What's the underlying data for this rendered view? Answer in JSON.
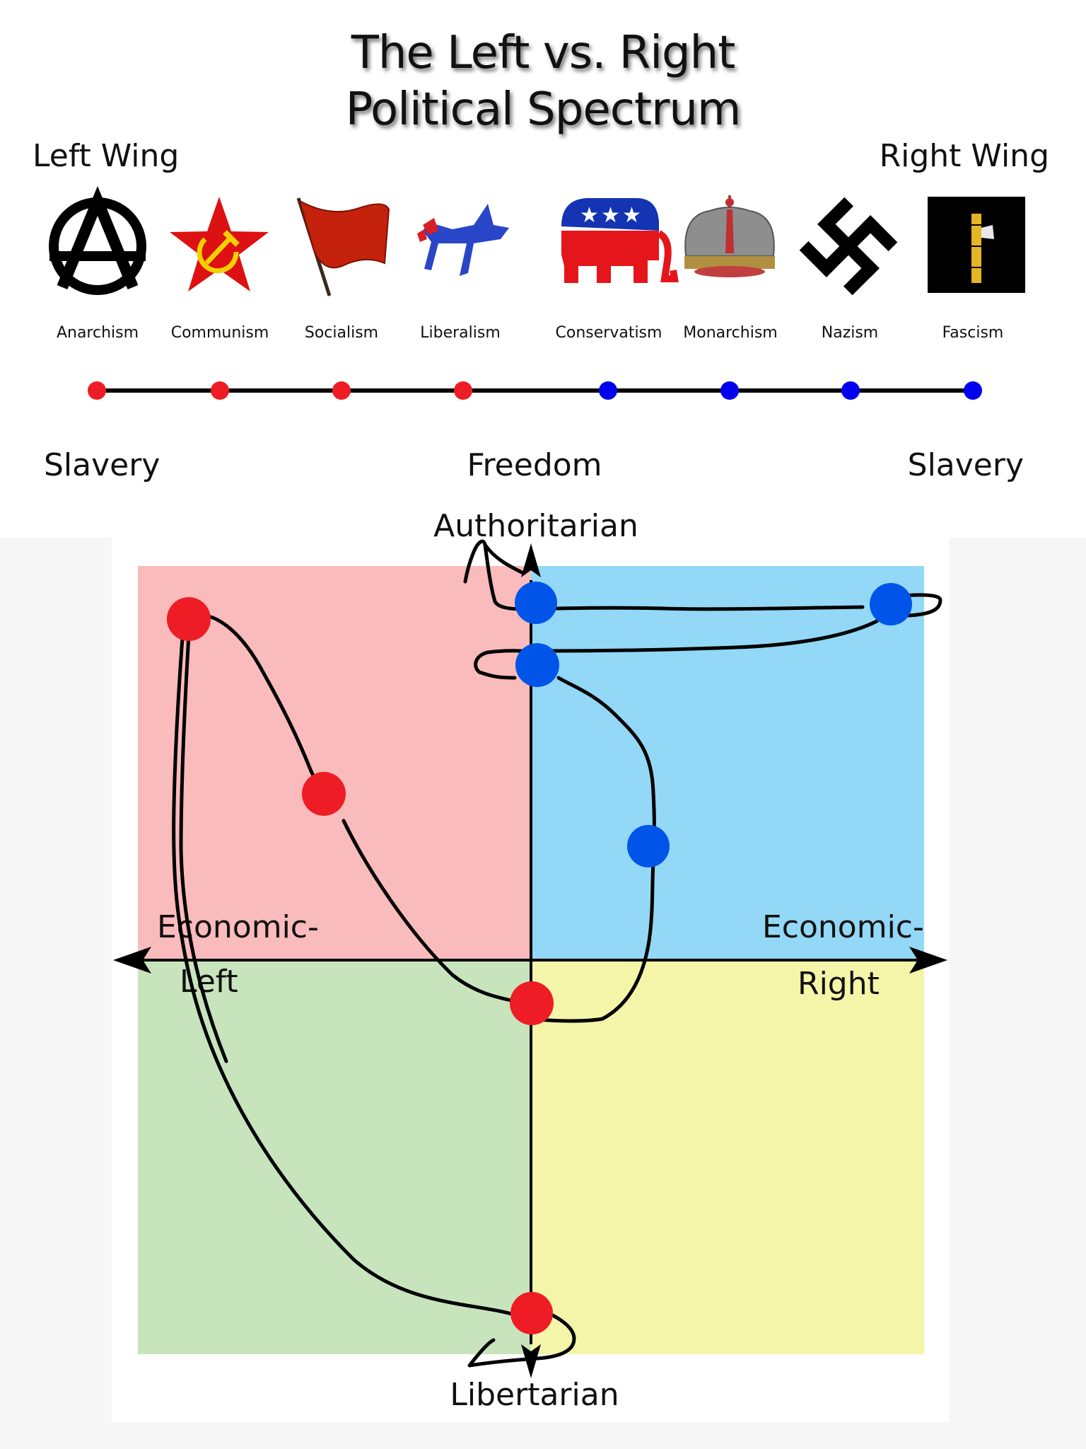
{
  "title": {
    "line1": "The Left vs. Right",
    "line2": "Political Spectrum"
  },
  "wings": {
    "left": "Left Wing",
    "right": "Right Wing"
  },
  "ideologies": [
    {
      "label": "Anarchism",
      "icon": "anarchy-icon",
      "dot_color": "#ee1c24"
    },
    {
      "label": "Communism",
      "icon": "hammer-sickle-star-icon",
      "dot_color": "#ee1c24"
    },
    {
      "label": "Socialism",
      "icon": "red-flag-icon",
      "dot_color": "#ee1c24"
    },
    {
      "label": "Liberalism",
      "icon": "democrat-donkey-icon",
      "dot_color": "#ee1c24"
    },
    {
      "label": "Conservatism",
      "icon": "republican-elephant-icon",
      "dot_color": "#0000ee"
    },
    {
      "label": "Monarchism",
      "icon": "crown-icon",
      "dot_color": "#0000ee"
    },
    {
      "label": "Nazism",
      "icon": "swastika-icon",
      "dot_color": "#0000ee"
    },
    {
      "label": "Fascism",
      "icon": "fasces-icon",
      "dot_color": "#0000ee"
    }
  ],
  "spectrum_bottom": {
    "left": "Slavery",
    "center": "Freedom",
    "right": "Slavery"
  },
  "compass": {
    "top_label": "Authoritarian",
    "bottom_label": "Libertarian",
    "left_label_1": "Economic-",
    "left_label_2": "Left",
    "right_label_1": "Economic-",
    "right_label_2": "Right",
    "colors": {
      "auth_left": "#f9bbbb",
      "auth_right": "#93d8f6",
      "lib_left": "#c8e4bc",
      "lib_right": "#f5f5a9",
      "red_dot": "#ee1c24",
      "blue_dot": "#0055e8"
    }
  }
}
